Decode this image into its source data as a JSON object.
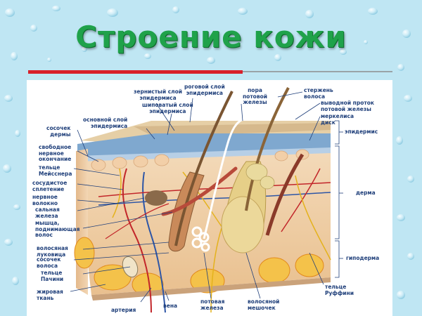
{
  "slide": {
    "title": "Строение кожи",
    "background_color": "#bfe6f3",
    "title_color": "#1fa24a",
    "accent_color": "#d8202a"
  },
  "diagram": {
    "labels": {
      "stratum_granulosum": "зернистый слой\nэпидермиса",
      "stratum_corneum": "роговой слой\nэпидермиса",
      "sweat_pore": "пора\nпотовой\nжелезы",
      "hair_shaft": "стержень\nволоса",
      "sweat_duct": "выводной проток\nпотовой железы",
      "merkel_disk": "меркелиса\nдиск",
      "stratum_spinosum": "шиповатый слой\nэпидермиса",
      "stratum_basale": "основной слой\nэпидермиса",
      "dermal_papilla": "сосочек\nдермы",
      "free_nerve_ending": "свободное\nнервное\nокончание",
      "meissner_corpuscle": "тельце\nМейсснера",
      "vascular_plexus": "сосудистое\nсплетение",
      "nerve_fiber": "нервное\nволокно",
      "sebaceous_gland": "сальная\nжелеза",
      "arrector_pili": "мышца,\nподнимающая\nволос",
      "hair_bulb": "волосяная\nлуковица",
      "hair_papilla": "сосочек\nволоса",
      "pacinian_corpuscle": "тельце\nПачини",
      "adipose_tissue": "жировая\nткань",
      "artery": "артерия",
      "vein": "вена",
      "sweat_gland": "потовая\nжелеза",
      "hair_follicle": "волосяной\nмешочек",
      "ruffini_corpuscle": "тельце\nРуффини",
      "epidermis": "эпидермис",
      "dermis": "дерма",
      "hypodermis": "гиподерма"
    }
  }
}
